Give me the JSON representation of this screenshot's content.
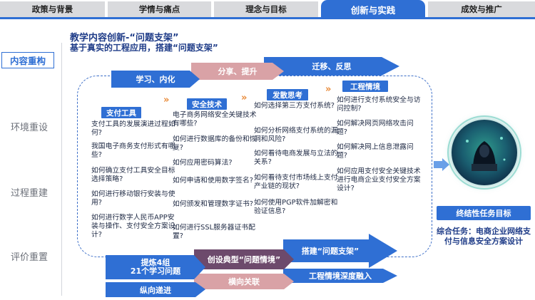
{
  "tabs": [
    "政策与背景",
    "学情与痛点",
    "理念与目标",
    "创新与实践",
    "成效与推广"
  ],
  "active_tab": "创新与实践",
  "sidebar": {
    "active": "内容重构",
    "items": [
      "环境重设",
      "过程重建",
      "评价重置"
    ]
  },
  "heading": {
    "line1": "教学内容创新-“问题支架”",
    "line2": "基于真实的工程应用，搭建“问题支架”"
  },
  "top_arrows": {
    "learn": "学习、内化",
    "share": "分享、提升",
    "transfer": "迁移、反思"
  },
  "columns": [
    {
      "title": "支付工具",
      "questions": [
        "支付工具的发展演进过程如何?",
        "我国电子商务支付形式有哪些?",
        "如何确立支付工具安全目标选择策略?",
        "如何进行移动银行安装与使用?",
        "如何进行数字人民币APP安装与操作、支付安全方案设计?"
      ]
    },
    {
      "title": "安全技术",
      "questions": [
        "电子商务网络安全关键技术有哪些?",
        "如何进行数据库的备份和恢复?",
        "如何应用密码算法?",
        "如何申请和使用数字签名?",
        "如何颁发和管理数字证书?",
        "如何进行SSL服务器证书配置?"
      ]
    },
    {
      "title": "发散思考",
      "questions": [
        "如何选择第三方支付系统?",
        "如何分析网络支付系统的漏洞和风险?",
        "如何看待电商发展与立法的关系?",
        "如何看待支付市场线上支付产业链的现状?",
        "如何使用PGP软件加解密和验证信息?"
      ]
    },
    {
      "title": "工程情境",
      "questions": [
        "如何进行支付系统安全与访问控制?",
        "如何解决网页网络攻击问题?",
        "如何解决网上信息泄露问题?",
        "如何应用支付安全关键技术进行电商企业支付安全方案设计?"
      ]
    }
  ],
  "bottom": {
    "refine": "提炼4组",
    "refine_sub": "21个学习问题",
    "create": "创设典型“问题情境”",
    "build": "搭建“问题支架”",
    "deep": "工程情境深度融入",
    "vertical": "纵向递进",
    "horizontal": "横向关联"
  },
  "final": {
    "title": "终结性任务目标",
    "text": "综合任务：电商企业网络支付与信息安全方案设计"
  },
  "colors": {
    "primary": "#2f6fd4",
    "navy": "#1f3c88",
    "pink": "#d9a2a6",
    "gray_tab": "#d9dadd",
    "accent": "#e98b3a",
    "dash": "#3d6fc8"
  }
}
